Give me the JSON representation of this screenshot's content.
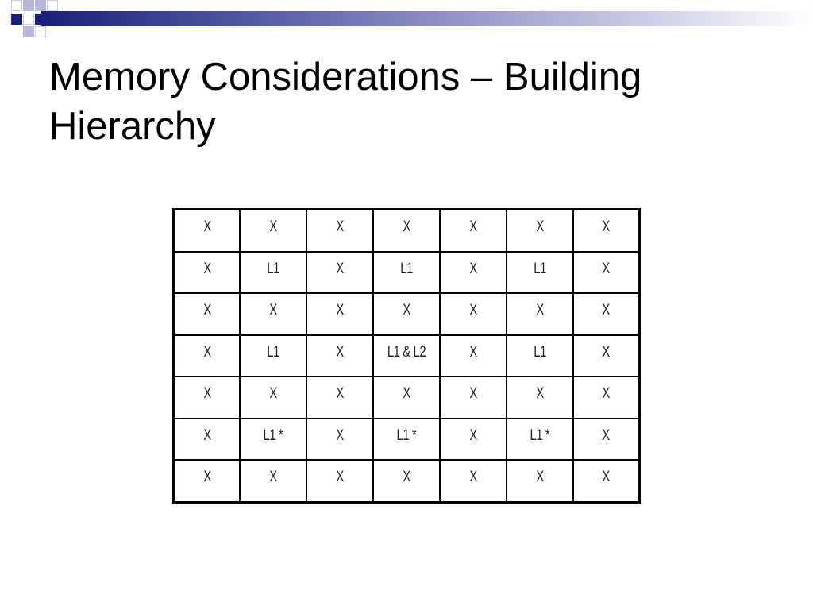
{
  "slide": {
    "title": "Memory Considerations – Building Hierarchy"
  },
  "grid": {
    "rows": [
      [
        "X",
        "X",
        "X",
        "X",
        "X",
        "X",
        "X"
      ],
      [
        "X",
        "L1",
        "X",
        "L1",
        "X",
        "L1",
        "X"
      ],
      [
        "X",
        "X",
        "X",
        "X",
        "X",
        "X",
        "X"
      ],
      [
        "X",
        "L1",
        "X",
        "L1 & L2",
        "X",
        "L1",
        "X"
      ],
      [
        "X",
        "X",
        "X",
        "X",
        "X",
        "X",
        "X"
      ],
      [
        "X",
        "L1 *",
        "X",
        "L1 *",
        "X",
        "L1 *",
        "X"
      ],
      [
        "X",
        "X",
        "X",
        "X",
        "X",
        "X",
        "X"
      ]
    ]
  },
  "theme": {
    "accent_dark": "#1a1f7a",
    "accent_light": "#b6b8d9"
  }
}
